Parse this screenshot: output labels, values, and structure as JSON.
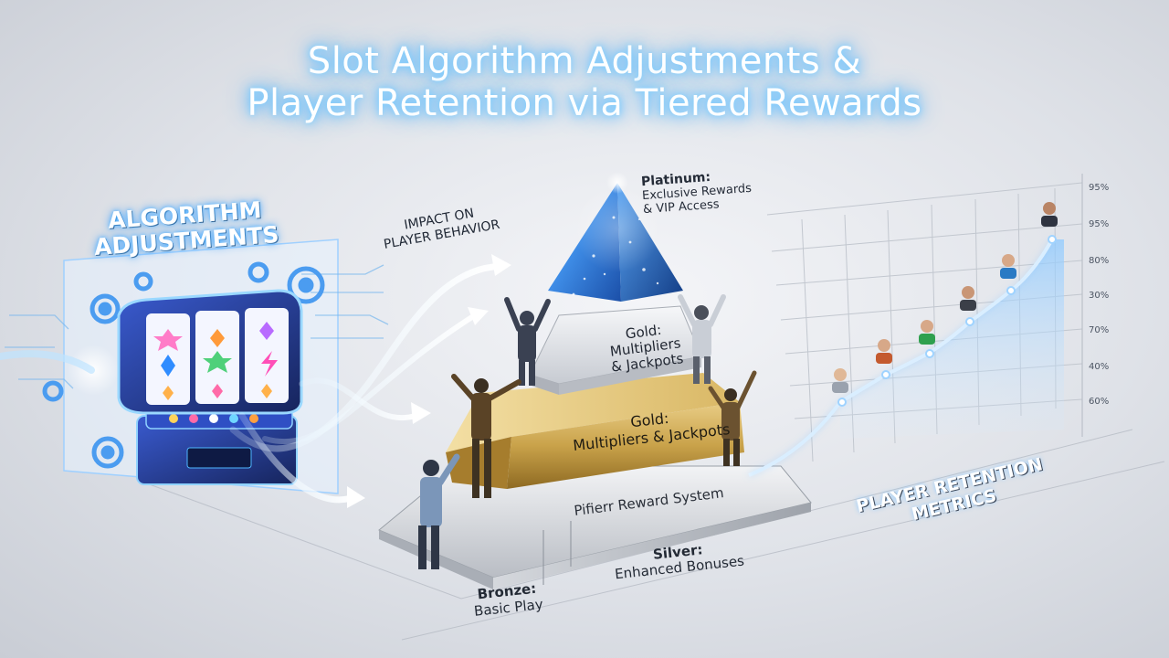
{
  "title": {
    "line1": "Slot Algorithm Adjustments &",
    "line2": "Player Retention via Tiered Rewards"
  },
  "algorithm": {
    "line1": "ALGORITHM",
    "line2": "ADJUSTMENTS",
    "machine_icon": "slot-machine-icon",
    "gear_icon": "gear-icon"
  },
  "impact": {
    "line1": "IMPACT ON",
    "line2": "PLAYER BEHAVIOR"
  },
  "pyramid": {
    "platinum": {
      "name": "Platinum:",
      "line1": "Exclusive Rewards",
      "line2": "& VIP Access"
    },
    "gold_upper": {
      "name": "Gold:",
      "line1": "Multipliers",
      "line2": "& Jackpots"
    },
    "gold_lower": {
      "name": "Gold:",
      "line1": "Multipliers & Jackpots"
    },
    "base": {
      "label": "Pifierr Reward System"
    },
    "silver": {
      "name": "Silver:",
      "line1": "Enhanced Bonuses"
    },
    "bronze": {
      "name": "Bronze:",
      "line1": "Basic Play"
    }
  },
  "retention": {
    "line1": "PLAYER RETENTION",
    "line2": "METRICS",
    "tick_labels": [
      "95%",
      "95%",
      "80%",
      "30%",
      "70%",
      "40%",
      "60%"
    ]
  },
  "colors": {
    "glow_blue": "#5ab8ff",
    "gold": "#c9a24a",
    "platinum": "#3f8ee8",
    "curve": "#9fd3ff"
  }
}
